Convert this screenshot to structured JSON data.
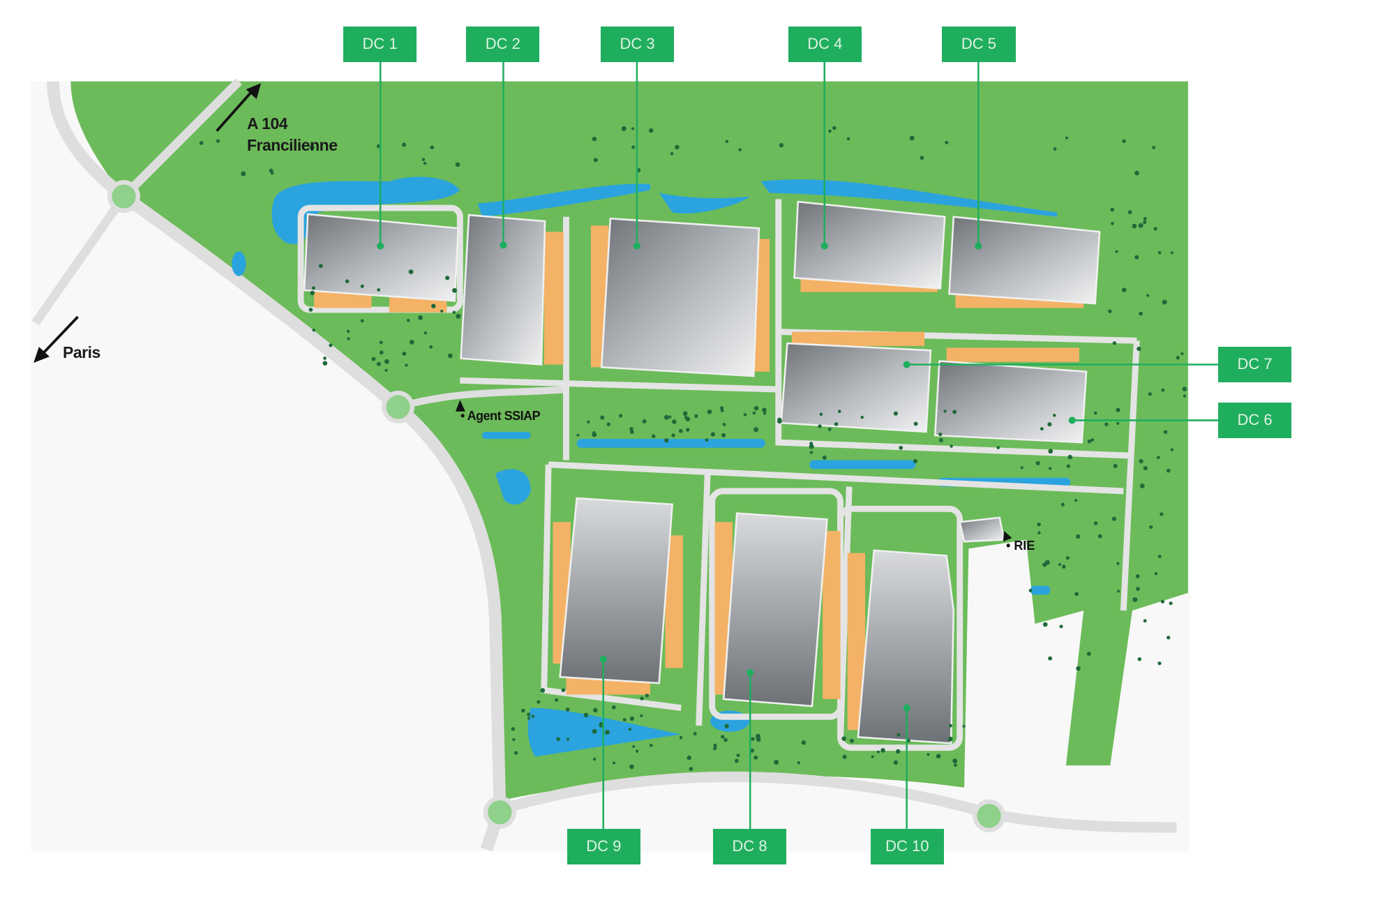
{
  "map": {
    "colors": {
      "land": "#6cbb5a",
      "road": "#dedede",
      "water": "#2ba3de",
      "label_bg": "#1fae5e",
      "label_text": "#dff3e3",
      "dock": "#f4b266",
      "tree": "#1f6a3a"
    },
    "directions": [
      {
        "id": "a104",
        "line1": "A 104",
        "line2": "Francilienne"
      },
      {
        "id": "paris",
        "line1": "Paris"
      }
    ],
    "pois": [
      {
        "id": "ssiap",
        "label": "Agent SSIAP"
      },
      {
        "id": "rie",
        "label": "RIE"
      }
    ],
    "buildings": [
      {
        "id": "dc1",
        "label": "DC 1"
      },
      {
        "id": "dc2",
        "label": "DC 2"
      },
      {
        "id": "dc3",
        "label": "DC 3"
      },
      {
        "id": "dc4",
        "label": "DC 4"
      },
      {
        "id": "dc5",
        "label": "DC 5"
      },
      {
        "id": "dc7",
        "label": "DC 7"
      },
      {
        "id": "dc6",
        "label": "DC 6"
      },
      {
        "id": "dc9",
        "label": "DC 9"
      },
      {
        "id": "dc8",
        "label": "DC 8"
      },
      {
        "id": "dc10",
        "label": "DC 10"
      }
    ]
  }
}
